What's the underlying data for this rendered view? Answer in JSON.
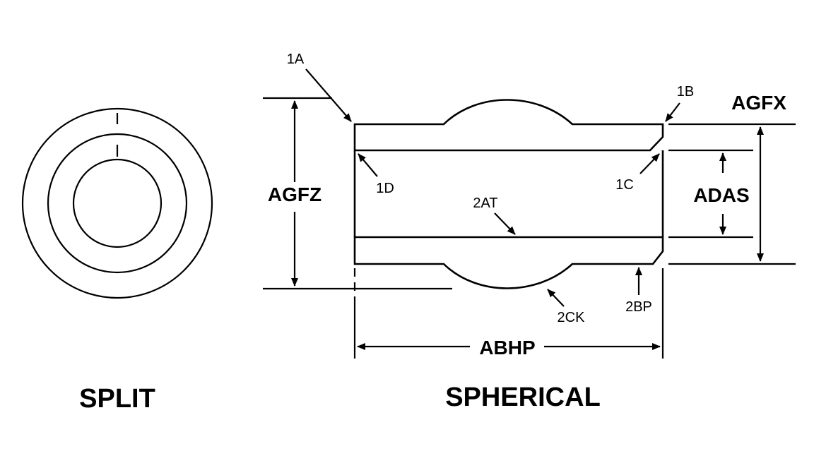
{
  "views": {
    "left": "SPLIT",
    "right": "SPHERICAL"
  },
  "dimensions": {
    "overall_height": "AGFZ",
    "outer_diameter": "AGFX",
    "inner_diameter": "ADAS",
    "length": "ABHP"
  },
  "callouts": {
    "c1a": "1A",
    "c1b": "1B",
    "c1c": "1C",
    "c1d": "1D",
    "c2at": "2AT",
    "c2ck": "2CK",
    "c2bp": "2BP"
  }
}
